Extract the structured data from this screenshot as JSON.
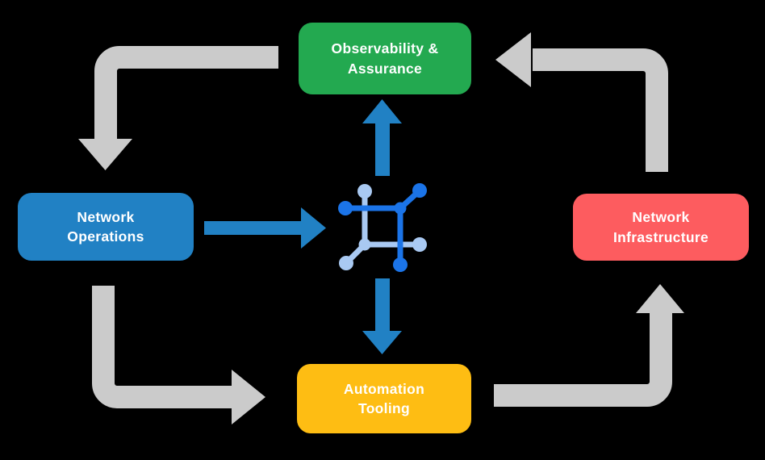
{
  "diagram": {
    "type": "cycle-flow",
    "nodes": [
      {
        "id": "observability",
        "label": "Observability &\nAssurance"
      },
      {
        "id": "operations",
        "label": "Network\nOperations"
      },
      {
        "id": "infrastructure",
        "label": "Network\nInfrastructure"
      },
      {
        "id": "automation",
        "label": "Automation\nTooling"
      }
    ],
    "center_icon": "network-mesh-icon",
    "flows": [
      {
        "from": "Observability & Assurance",
        "to": "Network Operations",
        "style": "gray-cycle"
      },
      {
        "from": "Network Operations",
        "to": "Automation Tooling",
        "style": "gray-cycle"
      },
      {
        "from": "Automation Tooling",
        "to": "Network Infrastructure",
        "style": "gray-cycle"
      },
      {
        "from": "Network Infrastructure",
        "to": "Observability & Assurance",
        "style": "gray-cycle"
      },
      {
        "from": "Network Operations",
        "to": "center-icon",
        "style": "blue-flow"
      },
      {
        "from": "center-icon",
        "to": "Observability & Assurance",
        "style": "blue-flow"
      },
      {
        "from": "center-icon",
        "to": "Automation Tooling",
        "style": "blue-flow"
      }
    ]
  },
  "colors": {
    "background": "#000000",
    "observability_green": "#23a950",
    "operations_blue": "#2181c4",
    "infrastructure_red": "#fd5c5f",
    "automation_yellow": "#febd13",
    "arrow_gray": "#cbcbcb",
    "flow_blue": "#2181c4",
    "icon_dark": "#1b74e8",
    "icon_light": "#a9c9f2",
    "label_text": "#ffffff"
  }
}
